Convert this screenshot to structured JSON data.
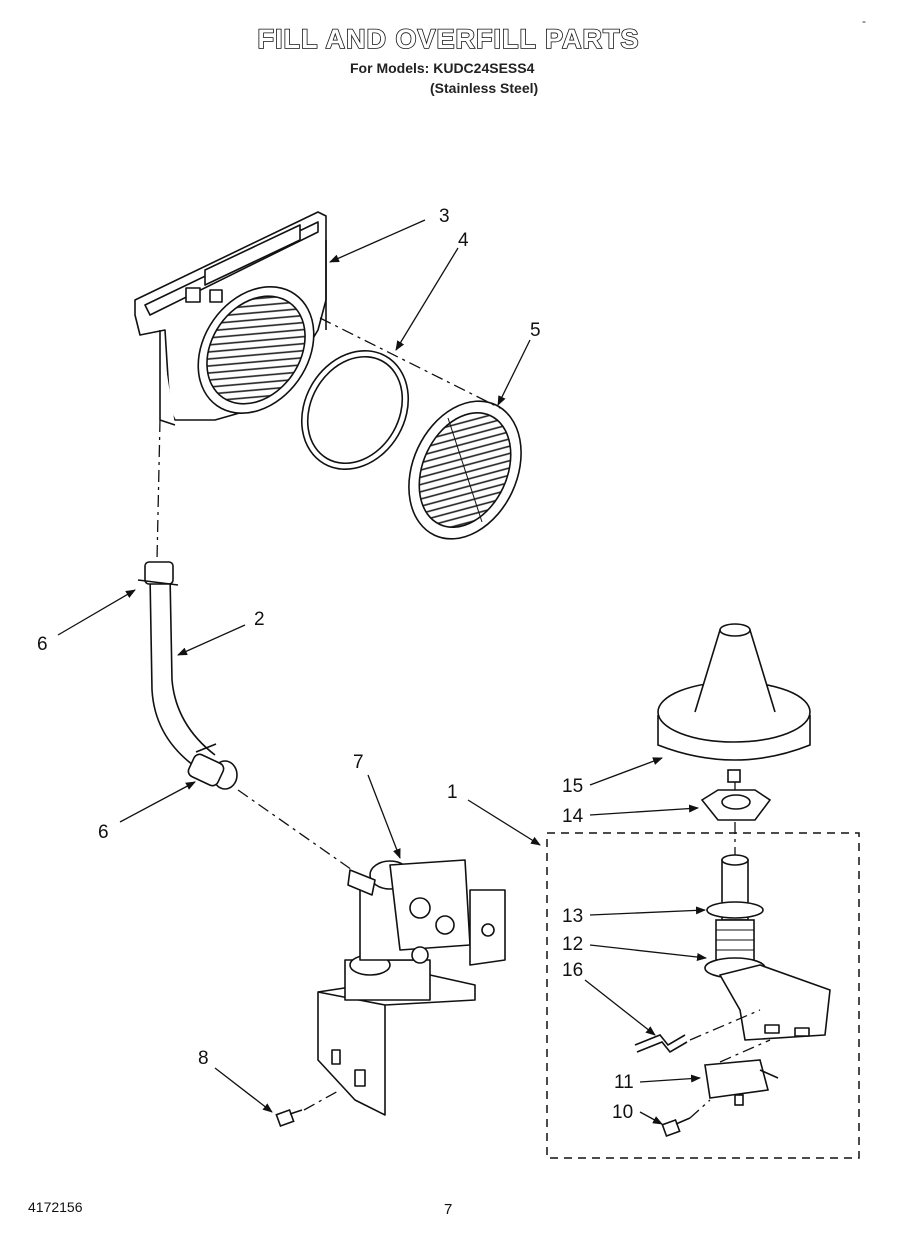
{
  "header": {
    "title": "FILL AND OVERFILL PARTS",
    "models_line": "For Models: KUDC24SESS4",
    "material_line": "(Stainless Steel)",
    "corner_mark": "-"
  },
  "callouts": {
    "c1": "1",
    "c2": "2",
    "c3": "3",
    "c4": "4",
    "c5": "5",
    "c6a": "6",
    "c6b": "6",
    "c7": "7",
    "c8": "8",
    "c10": "10",
    "c11": "11",
    "c12": "12",
    "c13": "13",
    "c14": "14",
    "c15": "15",
    "c16": "16"
  },
  "footer": {
    "document_number": "4172156",
    "page_number": "7"
  }
}
